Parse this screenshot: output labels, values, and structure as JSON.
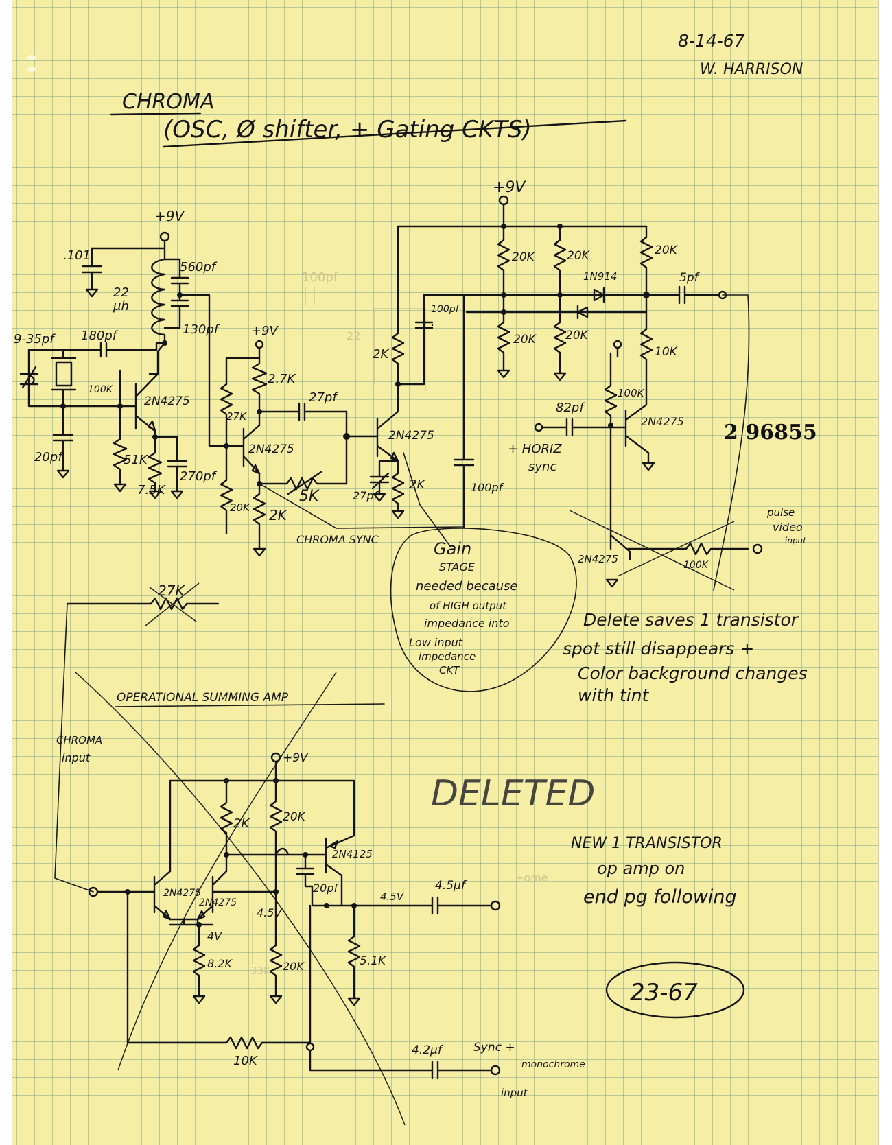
{
  "header": {
    "date": "8-14-67",
    "author": "W. HARRISON",
    "title_line1": "CHROMA",
    "title_line2": "(OSC, Ø shifter, + Gating CKTS)"
  },
  "stamp": {
    "number": "2 96855",
    "page_ref": "23-67"
  },
  "components": {
    "supply": "+9V",
    "cap_101": ".101",
    "cap_560pf": "560pf",
    "ind_22uh_a": "22",
    "ind_22uh_b": "μh",
    "cap_130pf": "130pf",
    "cap_9_35pf": "9-35pf",
    "cap_180pf": "180pf",
    "res_100k_small": "100K",
    "transistor": "2N4275",
    "cap_20pf": "20pf",
    "res_51k": "51K",
    "res_7_5k": "7.5K",
    "cap_270pf": "270pf",
    "res_2_7k": "2.7K",
    "res_27k_v": "27K",
    "cap_27pf": "27pf",
    "res_20k": "20K",
    "res_2k": "2K",
    "res_5k": "5K",
    "cap_27pf_var": "27pf",
    "cap_100pf": "100pf",
    "diode": "1N914",
    "cap_5pf": "5pf",
    "res_10k": "10K",
    "cap_82pf": "82pf",
    "res_100k": "100K",
    "res_27k": "27K",
    "res_8_2k": "8.2K",
    "res_5_1k": "5.1K",
    "transistor_b": "2N4125",
    "v_4v": "4V",
    "v_4_5v": "4.5V",
    "cap_4_5uf": "4.5μf",
    "cap_4_2uf": "4.2μf"
  },
  "labels": {
    "horiz_sync": "+ HORIZ",
    "horiz_sync2": "sync",
    "chroma_sync": "CHROMA SYNC",
    "pulse_video": "pulse",
    "pulse_video2": "video",
    "pulse_video3": "input",
    "op_amp_title": "OPERATIONAL SUMMING AMP",
    "chroma_input": "CHROMA",
    "chroma_input2": "input",
    "sync_mono": "Sync +",
    "sync_mono2": "monochrome",
    "sync_mono3": "input",
    "deleted": "DELETED"
  },
  "notes": {
    "gain_stage": [
      "Gain",
      "STAGE",
      "needed because",
      "of HIGH output",
      "impedance into",
      "Low input",
      "impedance",
      "CKT"
    ],
    "delete_note": [
      "Delete saves 1 transistor",
      "spot still disappears +",
      "Color background changes",
      "with tint"
    ],
    "new_opamp": [
      "NEW 1 TRANSISTOR",
      "op amp on",
      "end pg following"
    ]
  }
}
